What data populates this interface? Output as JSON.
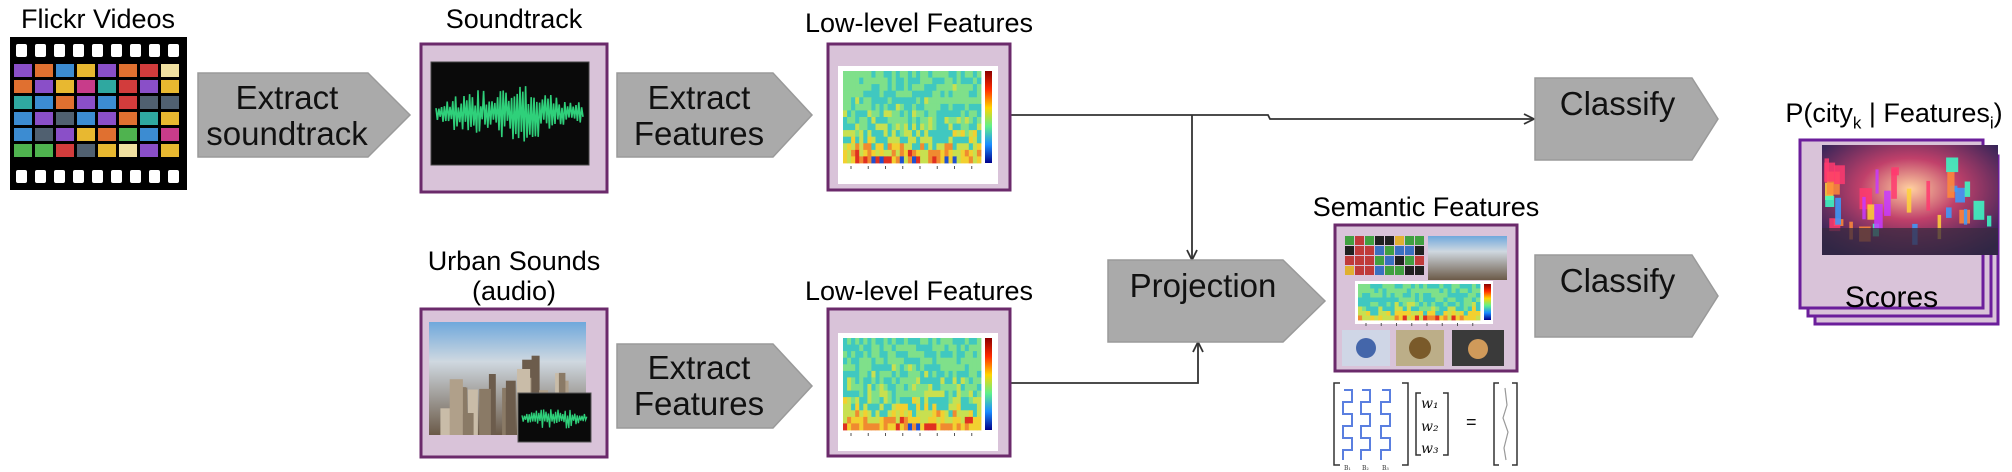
{
  "nodes": {
    "flickr_videos": "Flickr Videos",
    "soundtrack": "Soundtrack",
    "low_level_top": "Low-level Features",
    "low_level_bottom": "Low-level Features",
    "urban_sounds_line1": "Urban Sounds",
    "urban_sounds_line2": "(audio)",
    "semantic_features": "Semantic Features",
    "scores": "Scores"
  },
  "probability_label": {
    "prefix": "P(city",
    "sub_k": "k",
    "middle": " | Features",
    "sub_i": "i",
    "suffix": ")"
  },
  "processes": {
    "extract_soundtrack_l1": "Extract",
    "extract_soundtrack_l2": "soundtrack",
    "extract_features_top_l1": "Extract",
    "extract_features_top_l2": "Features",
    "extract_features_bottom_l1": "Extract",
    "extract_features_bottom_l2": "Features",
    "projection": "Projection",
    "classify_top": "Classify",
    "classify_bottom": "Classify"
  },
  "equation": {
    "w1": "w₁",
    "w2": "w₂",
    "w3": "w₃",
    "equals": "=",
    "b1": "B₁",
    "b2": "B₂",
    "b3": "B₃"
  },
  "colors": {
    "box_fill": "#d9c3d9",
    "box_border": "#6b2a6b",
    "process_fill": "#aaaaaa",
    "arrow": "#333333",
    "waveform": "#2fd07a"
  }
}
